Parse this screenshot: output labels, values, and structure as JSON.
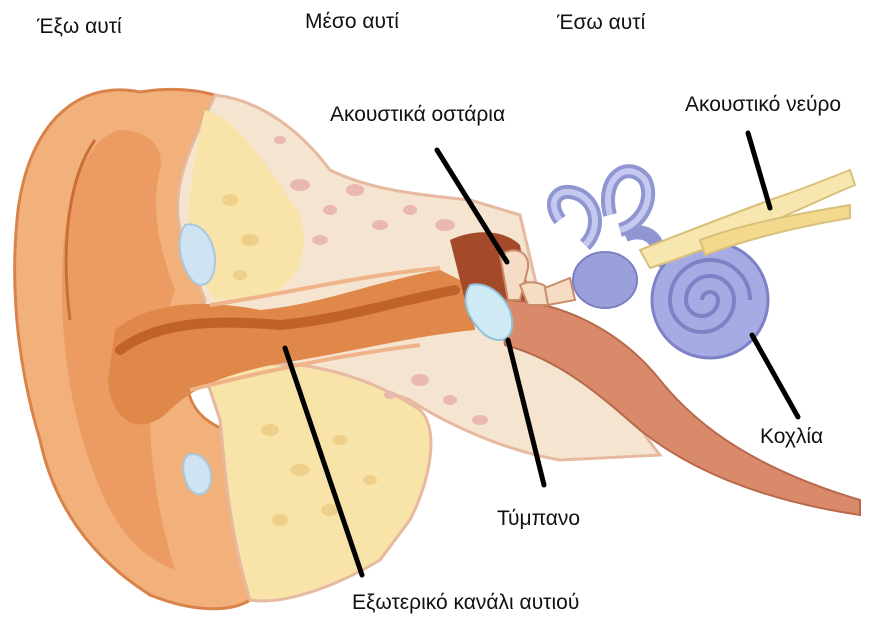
{
  "headers": {
    "outer": "Έξω αυτί",
    "middle": "Μέσο αυτί",
    "inner": "Έσω αυτί"
  },
  "labels": {
    "ossicles": "Ακουστικά οστάρια",
    "nerve": "Ακουστικό νεύρο",
    "cochlea": "Κοχλία",
    "eardrum": "Τύμπανο",
    "canal": "Εξωτερικό κανάλι αυτιού"
  }
}
